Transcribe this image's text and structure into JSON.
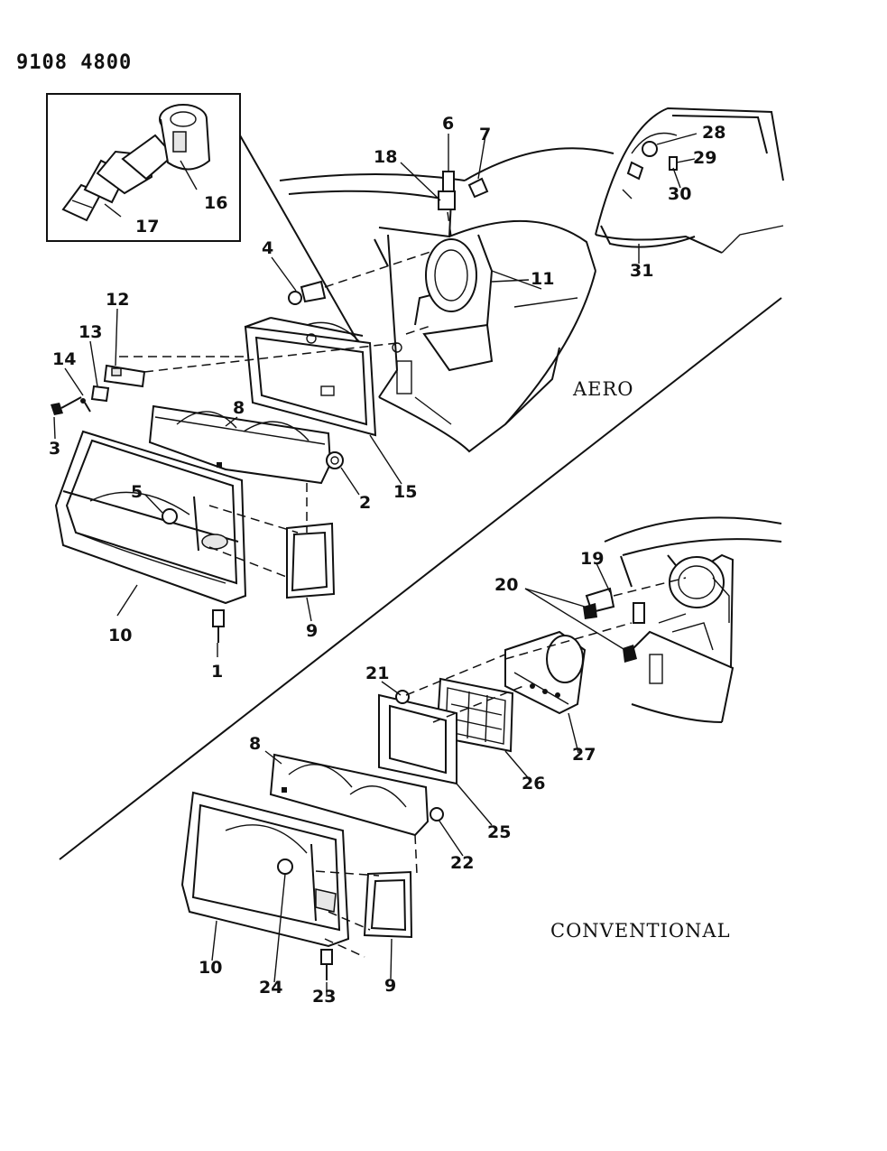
{
  "document": {
    "id": "9108 4800"
  },
  "variants": {
    "upper": "AERO",
    "lower": "CONVENTIONAL"
  },
  "colors": {
    "ink": "#111111",
    "paper": "#ffffff"
  },
  "callouts": [
    "1",
    "2",
    "3",
    "4",
    "5",
    "6",
    "7",
    "8",
    "9",
    "10",
    "11",
    "12",
    "13",
    "14",
    "15",
    "16",
    "17",
    "18",
    "19",
    "20",
    "21",
    "22",
    "23",
    "24",
    "25",
    "26",
    "27",
    "28",
    "29",
    "30",
    "31",
    "8",
    "9",
    "10"
  ]
}
